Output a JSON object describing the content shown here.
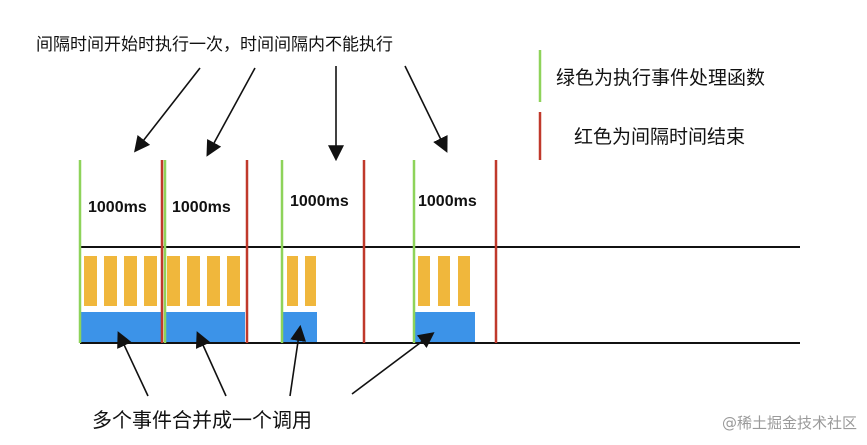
{
  "top_note": "间隔时间开始时执行一次，时间间隔内不能执行",
  "bottom_note": "多个事件合并成一个调用",
  "legend": {
    "green": "绿色为执行事件处理函数",
    "red": "红色为间隔时间结束"
  },
  "interval_label": "1000ms",
  "watermark": "@稀土掘金技术社区",
  "colors": {
    "green": "#8ed35a",
    "red": "#c0392b",
    "orange": "#f0b73c",
    "blue": "#3c93e8",
    "line": "#111111"
  }
}
